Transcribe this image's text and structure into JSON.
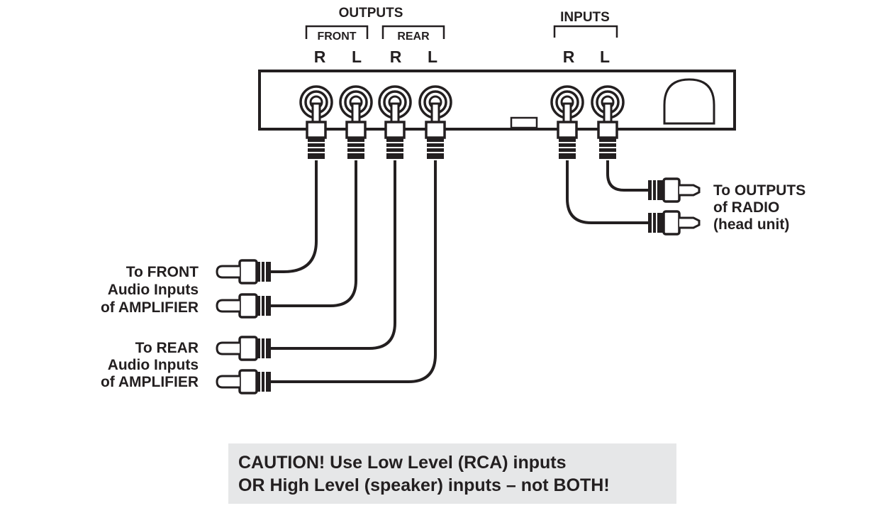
{
  "outputs": {
    "title": "OUTPUTS",
    "front_label": "FRONT",
    "rear_label": "REAR",
    "channels": [
      "R",
      "L",
      "R",
      "L"
    ]
  },
  "inputs": {
    "title": "INPUTS",
    "channels": [
      "R",
      "L"
    ]
  },
  "labels": {
    "front_amp": [
      "To FRONT",
      "Audio Inputs",
      "of AMPLIFIER"
    ],
    "rear_amp": [
      "To REAR",
      "Audio Inputs",
      "of AMPLIFIER"
    ],
    "radio": [
      "To OUTPUTS",
      "of RADIO",
      "(head unit)"
    ]
  },
  "caution": {
    "line1": "CAUTION! Use Low Level (RCA) inputs",
    "line2": "OR High Level (speaker) inputs – not BOTH!"
  },
  "colors": {
    "ink": "#231f20",
    "caution_bg": "#e6e7e8"
  }
}
